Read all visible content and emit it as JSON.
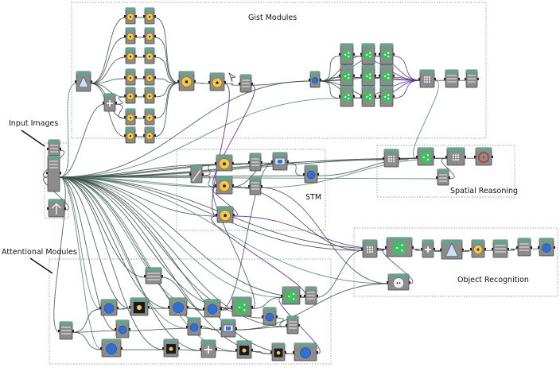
{
  "groups": {
    "gist": "Gist Modules",
    "stm": "STM",
    "spatial": "Spatial Reasoning",
    "object": "Object Recognition",
    "attentional": "Attentional Modules"
  },
  "callouts": {
    "input": "Input Images",
    "attentional": "Attentional Modules"
  },
  "colors": {
    "wire_dark": "#3a4a42",
    "wire_teal": "#4f7a72",
    "wire_purple": "#5b2d86",
    "node_header": "#5fa88e",
    "node_body": "#8c8c8c",
    "group_border": "#9a9a9a"
  },
  "icons": {
    "yellow": "radiation-icon",
    "green": "share-icon",
    "blue": "blue-dot-icon",
    "red": "red-target-icon",
    "skull": "skull-icon",
    "monitor": "monitor-icon"
  }
}
